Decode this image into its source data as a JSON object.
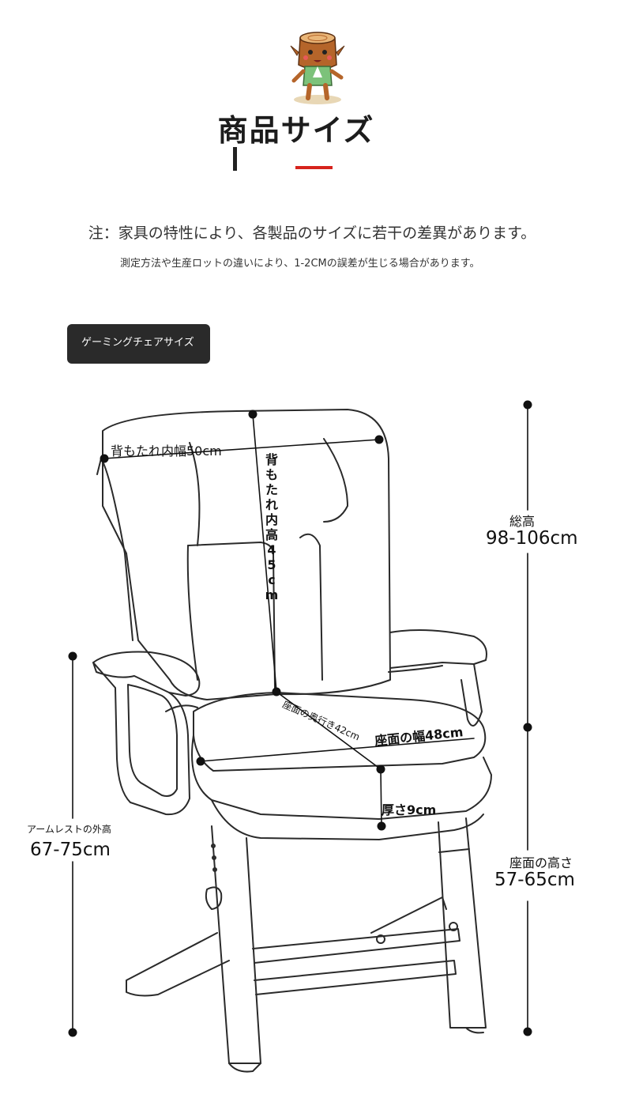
{
  "header": {
    "title": "商品サイズ",
    "note_line1": "注：家具の特性により、各製品のサイズに若干の差異があります。",
    "note_line2": "測定方法や生産ロットの違いにより、1-2CMの誤差が生じる場合があります。"
  },
  "section": {
    "badge_label": "ゲーミングチェアサイズ"
  },
  "dimensions": {
    "back_width": "背もたれ内幅50cm",
    "back_height": "背もたれ内高45cm",
    "total_height_title": "総高",
    "total_height_value": "98-106cm",
    "seat_depth": "座面の奥行き42cm",
    "seat_width": "座面の幅48cm",
    "cushion_thickness": "厚さ9cm",
    "armrest_height_title": "アームレストの外高",
    "armrest_height_value": "67-75cm",
    "seat_height_title": "座面の高さ",
    "seat_height_value": "57-65cm"
  },
  "colors": {
    "accent": "#d6231d",
    "badge_bg": "#2a2a2a",
    "line": "#222222"
  },
  "icons": {
    "mascot": "tree-stump-mascot-icon",
    "illustration": "office-chair-line-drawing"
  }
}
